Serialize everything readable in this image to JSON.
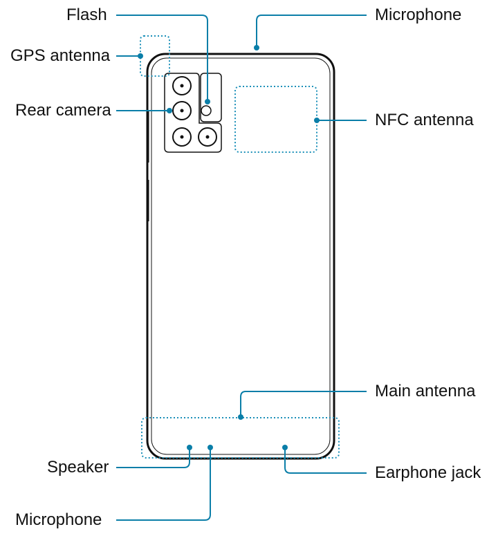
{
  "labels": {
    "flash": "Flash",
    "gps_antenna": "GPS antenna",
    "rear_camera": "Rear camera",
    "speaker": "Speaker",
    "microphone_bottom": "Microphone",
    "microphone_top": "Microphone",
    "nfc_antenna": "NFC antenna",
    "main_antenna": "Main antenna",
    "earphone_jack": "Earphone jack"
  },
  "colors": {
    "callout": "#0a7ea8",
    "outline": "#111111",
    "dotted": "#1a8fb8"
  }
}
